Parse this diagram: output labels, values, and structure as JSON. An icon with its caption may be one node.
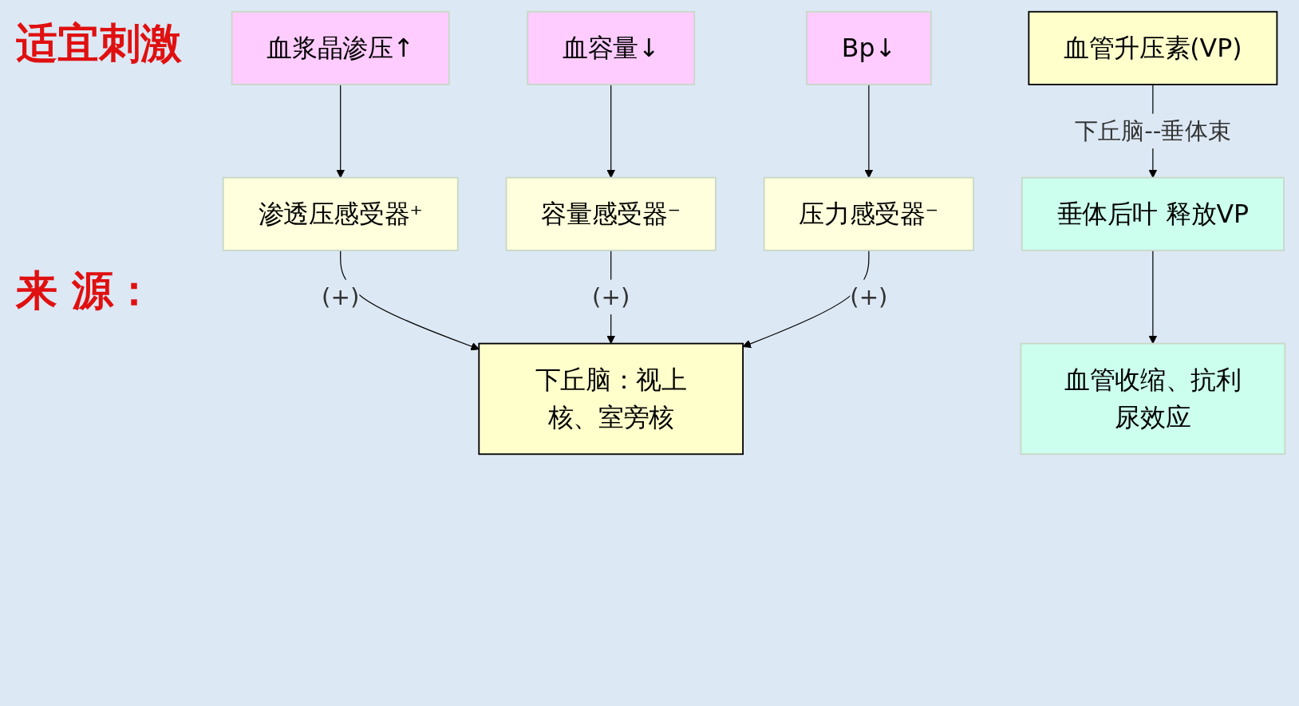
{
  "diagram": {
    "nodes": [
      {
        "text": [
          "血浆晶渗压↑"
        ]
      },
      {
        "text": [
          "血容量↓"
        ]
      },
      {
        "text": [
          "Bp↓"
        ]
      },
      {
        "text": [
          "渗透压感受器⁺"
        ]
      },
      {
        "text": [
          "容量感受器⁻"
        ]
      },
      {
        "text": [
          "压力感受器⁻"
        ]
      },
      {
        "text": [
          "下丘脑：视上核、室旁核"
        ]
      },
      {
        "text": [
          "血管升压素(VP)"
        ]
      },
      {
        "text": [
          "垂体后叶 释放VP"
        ]
      },
      {
        "text": [
          "血管收缩、抗利尿效应"
        ]
      }
    ],
    "edges": [
      {
        "from": 0,
        "to": 3,
        "arrow": "to"
      },
      {
        "from": 1,
        "to": 4,
        "arrow": "to"
      },
      {
        "from": 2,
        "to": 5,
        "arrow": "to"
      },
      {
        "from": 3,
        "to": 6,
        "arrow": "to",
        "label": "(+)"
      },
      {
        "from": 4,
        "to": 6,
        "arrow": "to",
        "label": "(+)"
      },
      {
        "from": 5,
        "to": 6,
        "arrow": "to",
        "label": "(+)"
      },
      {
        "from": 7,
        "to": 8,
        "arrow": "to",
        "label": "下丘脑--垂体束"
      },
      {
        "from": 8,
        "to": 9,
        "arrow": "to"
      }
    ],
    "labels": [
      "适宜刺激",
      "来 源："
    ]
  }
}
